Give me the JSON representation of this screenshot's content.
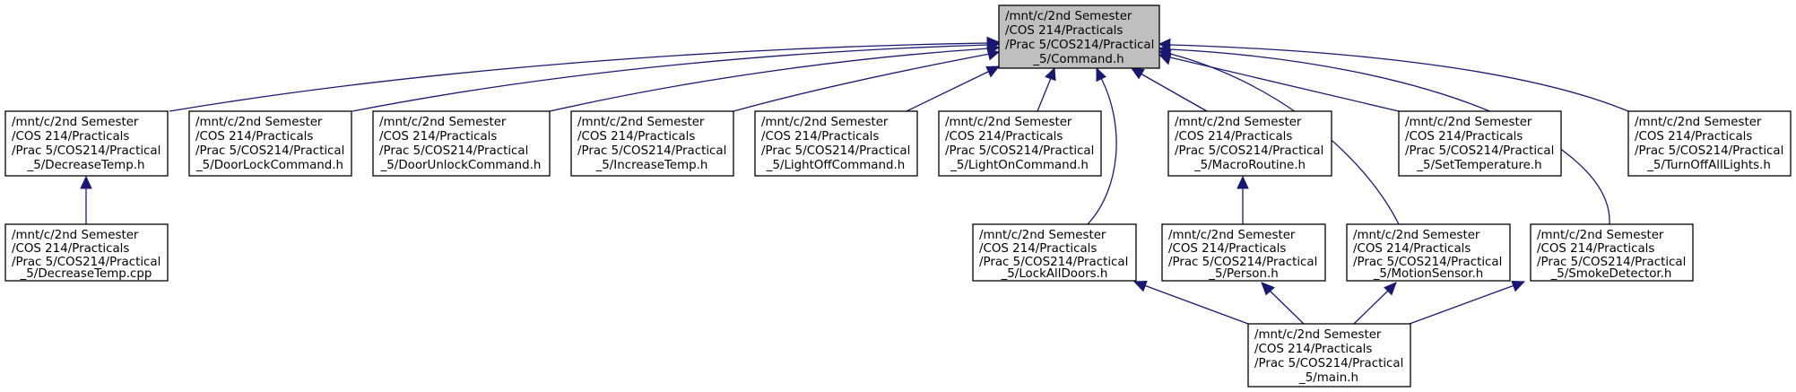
{
  "colors": {
    "edge": "#191970",
    "root_fill": "#bfbfbf",
    "node_fill": "#ffffff",
    "border": "#000000"
  },
  "nodes": {
    "command_h": [
      "/mnt/c/2nd Semester",
      "/COS 214/Practicals",
      "/Prac 5/COS214/Practical",
      "_5/Command.h"
    ],
    "decreasetemp_h": [
      "/mnt/c/2nd Semester",
      "/COS 214/Practicals",
      "/Prac 5/COS214/Practical",
      "_5/DecreaseTemp.h"
    ],
    "doorlockcommand_h": [
      "/mnt/c/2nd Semester",
      "/COS 214/Practicals",
      "/Prac 5/COS214/Practical",
      "_5/DoorLockCommand.h"
    ],
    "doorunlockcommand_h": [
      "/mnt/c/2nd Semester",
      "/COS 214/Practicals",
      "/Prac 5/COS214/Practical",
      "_5/DoorUnlockCommand.h"
    ],
    "increasetemp_h": [
      "/mnt/c/2nd Semester",
      "/COS 214/Practicals",
      "/Prac 5/COS214/Practical",
      "_5/IncreaseTemp.h"
    ],
    "lightoffcommand_h": [
      "/mnt/c/2nd Semester",
      "/COS 214/Practicals",
      "/Prac 5/COS214/Practical",
      "_5/LightOffCommand.h"
    ],
    "lightoncommand_h": [
      "/mnt/c/2nd Semester",
      "/COS 214/Practicals",
      "/Prac 5/COS214/Practical",
      "_5/LightOnCommand.h"
    ],
    "macroroutine_h": [
      "/mnt/c/2nd Semester",
      "/COS 214/Practicals",
      "/Prac 5/COS214/Practical",
      "_5/MacroRoutine.h"
    ],
    "settemperature_h": [
      "/mnt/c/2nd Semester",
      "/COS 214/Practicals",
      "/Prac 5/COS214/Practical",
      "_5/SetTemperature.h"
    ],
    "turnofflights_h": [
      "/mnt/c/2nd Semester",
      "/COS 214/Practicals",
      "/Prac 5/COS214/Practical",
      "_5/TurnOffAllLights.h"
    ],
    "decreasetemp_cpp": [
      "/mnt/c/2nd Semester",
      "/COS 214/Practicals",
      "/Prac 5/COS214/Practical",
      "_5/DecreaseTemp.cpp"
    ],
    "lockalldoors_h": [
      "/mnt/c/2nd Semester",
      "/COS 214/Practicals",
      "/Prac 5/COS214/Practical",
      "_5/LockAllDoors.h"
    ],
    "person_h": [
      "/mnt/c/2nd Semester",
      "/COS 214/Practicals",
      "/Prac 5/COS214/Practical",
      "_5/Person.h"
    ],
    "motionsensor_h": [
      "/mnt/c/2nd Semester",
      "/COS 214/Practicals",
      "/Prac 5/COS214/Practical",
      "_5/MotionSensor.h"
    ],
    "smokedetector_h": [
      "/mnt/c/2nd Semester",
      "/COS 214/Practicals",
      "/Prac 5/COS214/Practical",
      "_5/SmokeDetector.h"
    ],
    "main_h": [
      "/mnt/c/2nd Semester",
      "/COS 214/Practicals",
      "/Prac 5/COS214/Practical",
      "_5/main.h"
    ]
  }
}
